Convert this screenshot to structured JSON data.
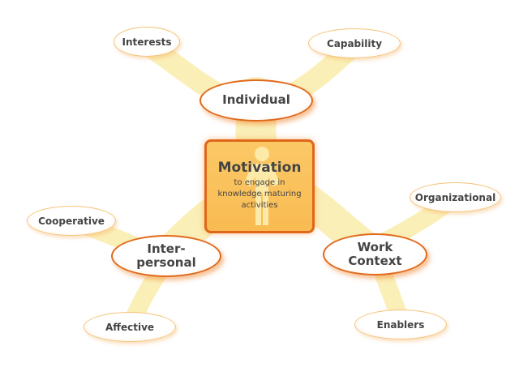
{
  "center": {
    "title": "Motivation",
    "subtitle_lines": [
      "to engage in",
      "knowledge maturing",
      "activities"
    ]
  },
  "main_nodes": {
    "individual": "Individual",
    "interpersonal": [
      "Inter-",
      "personal"
    ],
    "work_context": [
      "Work",
      "Context"
    ]
  },
  "leaf_nodes": {
    "interests": "Interests",
    "capability": "Capability",
    "organizational": "Organizational",
    "cooperative": "Cooperative",
    "affective": "Affective",
    "enablers": "Enablers"
  },
  "colors": {
    "branch": "#fbefb8",
    "accent": "#e0661a",
    "center_fill": "#f9bb52"
  }
}
